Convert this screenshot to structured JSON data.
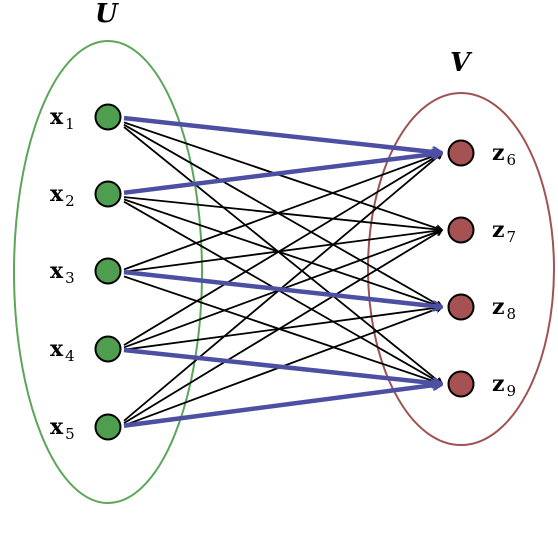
{
  "sets": [
    {
      "id": "U",
      "label": "U",
      "stroke": "#5aa65a"
    },
    {
      "id": "V",
      "label": "V",
      "stroke": "#a05252"
    }
  ],
  "left_nodes": [
    {
      "id": "x1",
      "base": "x",
      "sub": "1"
    },
    {
      "id": "x2",
      "base": "x",
      "sub": "2"
    },
    {
      "id": "x3",
      "base": "x",
      "sub": "3"
    },
    {
      "id": "x4",
      "base": "x",
      "sub": "4"
    },
    {
      "id": "x5",
      "base": "x",
      "sub": "5"
    }
  ],
  "right_nodes": [
    {
      "id": "z6",
      "base": "z",
      "sub": "6"
    },
    {
      "id": "z7",
      "base": "z",
      "sub": "7"
    },
    {
      "id": "z8",
      "base": "z",
      "sub": "8"
    },
    {
      "id": "z9",
      "base": "z",
      "sub": "9"
    }
  ],
  "colors": {
    "left_node_fill": "#4f9e4f",
    "right_node_fill": "#a65252",
    "edge": "#000000",
    "highlight_edge": "#4d4fa3"
  },
  "edges": [
    {
      "from": "x1",
      "to": "z6",
      "highlight": true
    },
    {
      "from": "x1",
      "to": "z7"
    },
    {
      "from": "x1",
      "to": "z8"
    },
    {
      "from": "x1",
      "to": "z9"
    },
    {
      "from": "x2",
      "to": "z6",
      "highlight": true
    },
    {
      "from": "x2",
      "to": "z7"
    },
    {
      "from": "x2",
      "to": "z8"
    },
    {
      "from": "x2",
      "to": "z9"
    },
    {
      "from": "x3",
      "to": "z6"
    },
    {
      "from": "x3",
      "to": "z7"
    },
    {
      "from": "x3",
      "to": "z8",
      "highlight": true
    },
    {
      "from": "x3",
      "to": "z9"
    },
    {
      "from": "x4",
      "to": "z6"
    },
    {
      "from": "x4",
      "to": "z7"
    },
    {
      "from": "x4",
      "to": "z8"
    },
    {
      "from": "x4",
      "to": "z9",
      "highlight": true
    },
    {
      "from": "x5",
      "to": "z6"
    },
    {
      "from": "x5",
      "to": "z7"
    },
    {
      "from": "x5",
      "to": "z8"
    },
    {
      "from": "x5",
      "to": "z9",
      "highlight": true
    }
  ]
}
